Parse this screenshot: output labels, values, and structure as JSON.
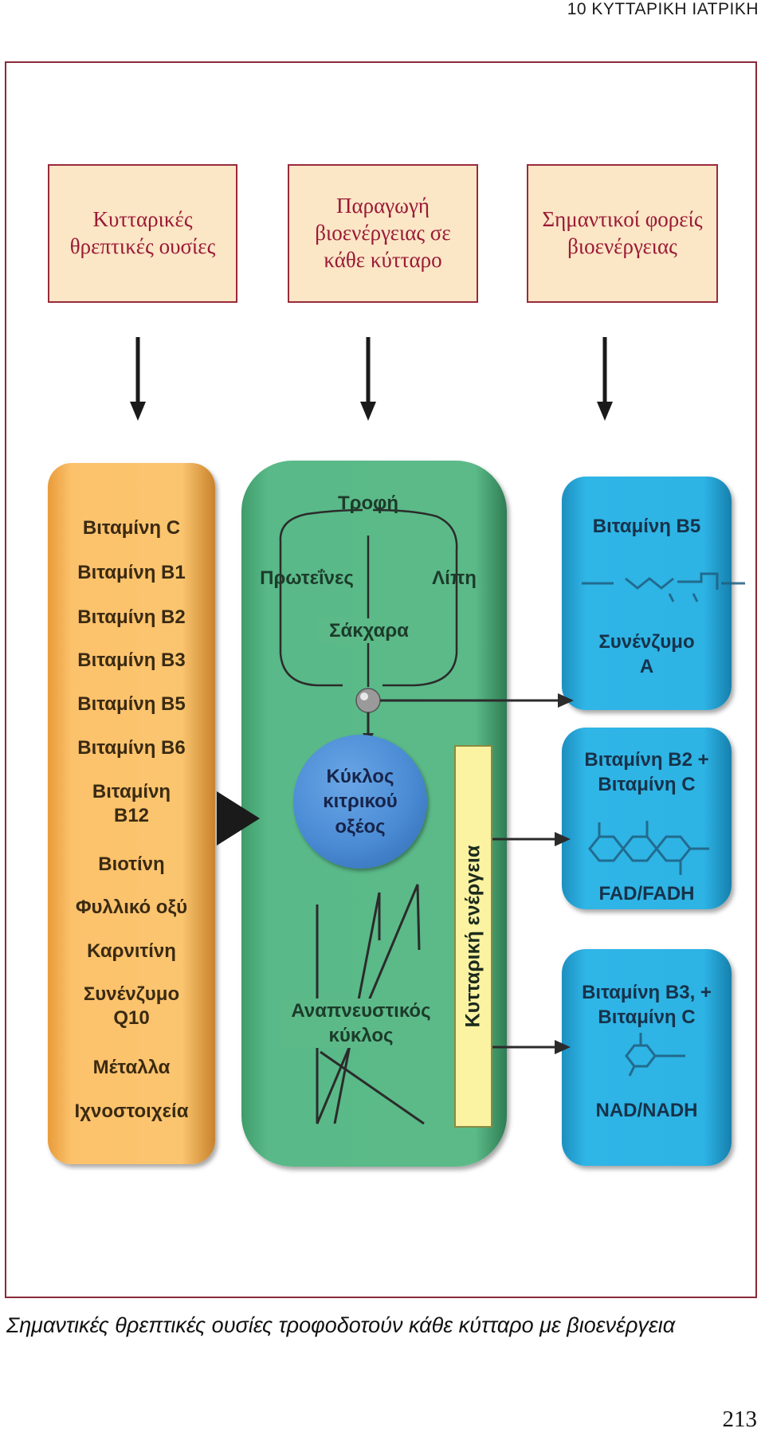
{
  "running_head": "10  ΚΥΤΤΑΡΙΚΗ ΙΑΤΡΙΚΗ",
  "headers": [
    "Κυτταρικές θρεπτικές ουσίες",
    "Παραγωγή βιοενέργειας σε κάθε κύτταρο",
    "Σημαντικοί φορείς βιοενέργειας"
  ],
  "nutrients": [
    "Βιταμίνη C",
    "Βιταμίνη Β1",
    "Βιταμίνη Β2",
    "Βιταμίνη Β3",
    "Βιταμίνη Β5",
    "Βιταμίνη Β6",
    "Βιταμίνη Β12",
    "Βιοτίνη",
    "Φυλλικό οξύ",
    "Καρνιτίνη",
    "Συνένζυμο Q10",
    "Μέταλλα",
    "Ιχνοστοιχεία"
  ],
  "production": {
    "food": "Τροφή",
    "proteins": "Πρωτεΐνες",
    "fats": "Λίπη",
    "sugars": "Σάκχαρα",
    "citric_cycle": "Κύκλος κιτρικού οξέος",
    "respiratory_chain": "Αναπνευστικός κύκλος",
    "cellular_energy": "Κυτταρική ενέργεια"
  },
  "carriers": [
    {
      "top": "Βιταμίνη Β5",
      "bottom": "Συνένζυμο Α"
    },
    {
      "top": "Βιταμίνη Β2 + Βιταμίνη C",
      "bottom": "FAD/FADH"
    },
    {
      "top": "Βιταμίνη Β3, + Βιταμίνη C",
      "bottom": "NAD/NADH"
    }
  ],
  "caption": "Σημαντικές θρεπτικές ουσίες τροφοδοτούν κάθε κύτταρο με βιοενέργεια",
  "page_number": "213",
  "colors": {
    "nutrients_panel": "#fbc56f",
    "production_panel": "#5cba88",
    "carriers_panel": "#2db3e4",
    "energy_bar": "#fbf3a2",
    "citric_cycle": "#4a8bd4",
    "header_fill": "#fbe6c6",
    "header_text": "#9a1a35"
  }
}
